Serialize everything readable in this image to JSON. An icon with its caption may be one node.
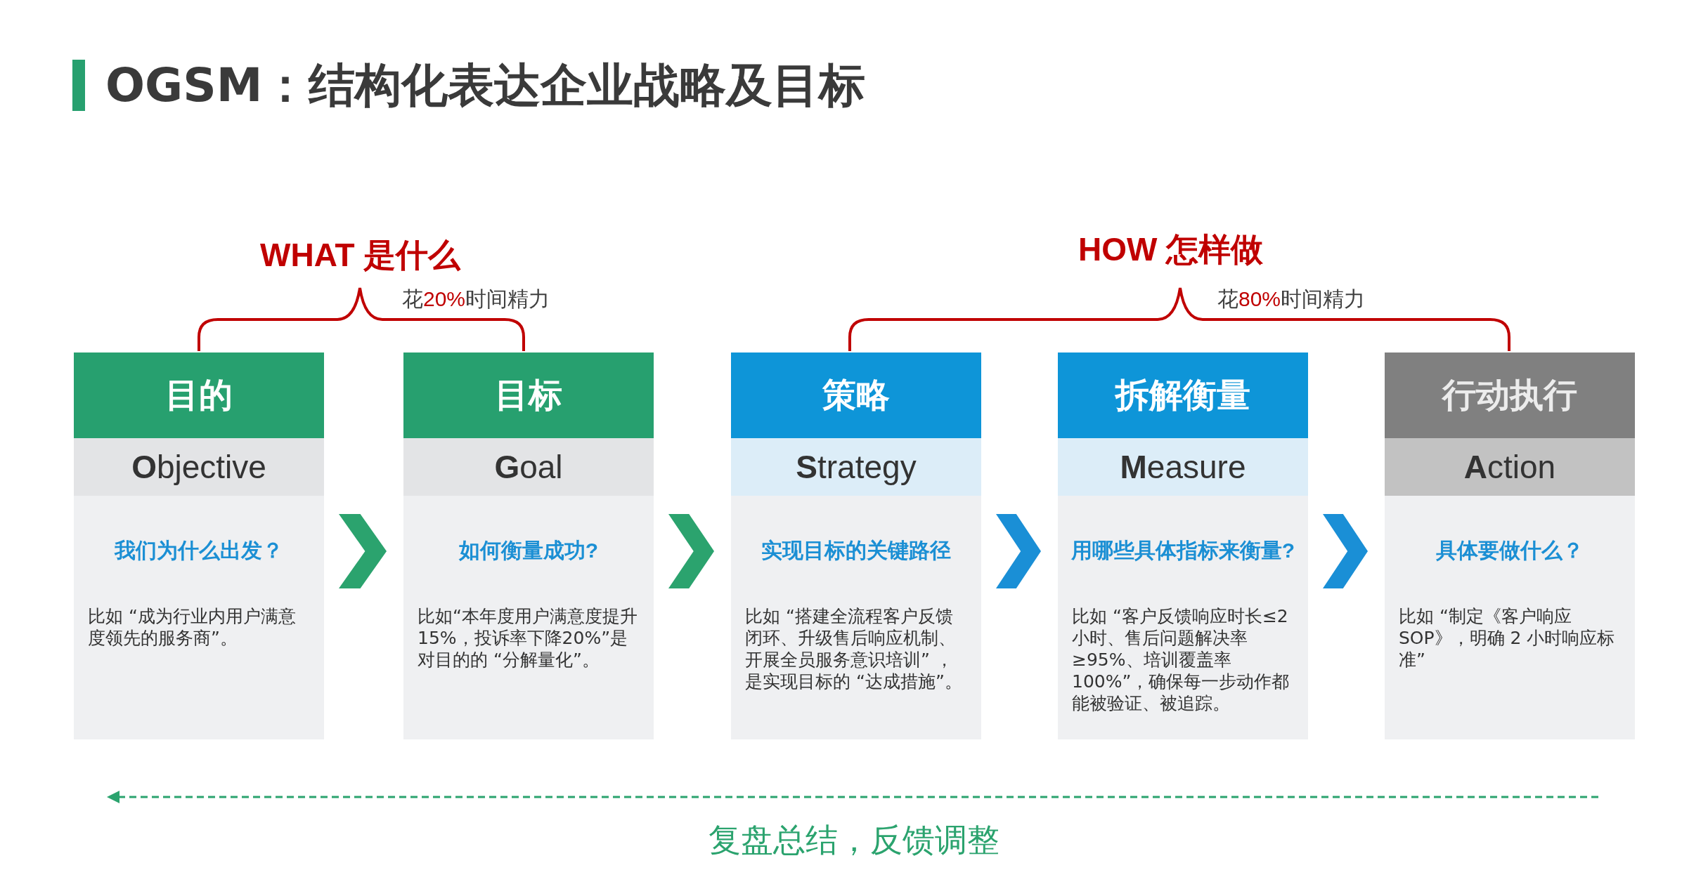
{
  "diagram": {
    "title": "OGSM：结构化表达企业战略及目标",
    "nodes": [
      {
        "text": [
          "目的",
          "**O**bjective",
          "我们为什么出发？",
          "比如 “成为行业内用户满意度领先的服务商”。"
        ]
      },
      {
        "text": [
          "目标",
          "**G**oal",
          "如何衡量成功?",
          "比如“本年度用户满意度提升15%，投诉率下降20%”是对目的的 “分解量化”。"
        ]
      },
      {
        "text": [
          "策略",
          "**S**trategy",
          "实现目标的关键路径",
          "比如 “搭建全流程客户反馈闭环、升级售后响应机制、开展全员服务意识培训” ，是实现目标的 “达成措施”。"
        ]
      },
      {
        "text": [
          "拆解衡量",
          "**M**easure",
          "用哪些具体指标来衡量?",
          "比如 “客户反馈响应时长≤2小时、售后问题解决率≥95%、培训覆盖率100%”，确保每一步动作都能被验证、被追踪。"
        ]
      },
      {
        "text": [
          "行动执行",
          "**A**ction",
          "具体要做什么？",
          "比如 “制定《客户响应SOP》，明确 2 小时响应标准”"
        ]
      }
    ],
    "edges": [
      {
        "from": 0,
        "to": 1,
        "arrow": "to",
        "color": "#2ba36e"
      },
      {
        "from": 1,
        "to": 2,
        "arrow": "to",
        "color": "#2ba36e"
      },
      {
        "from": 2,
        "to": 3,
        "arrow": "to",
        "color": "#1a8fd6"
      },
      {
        "from": 3,
        "to": 4,
        "arrow": "to",
        "color": "#1a8fd6"
      }
    ],
    "labels": [
      "WHAT 是什么",
      "花**20%**时间精力",
      "HOW 怎样做",
      "花**80%**时间精力",
      "复盘总结，反馈调整"
    ]
  }
}
